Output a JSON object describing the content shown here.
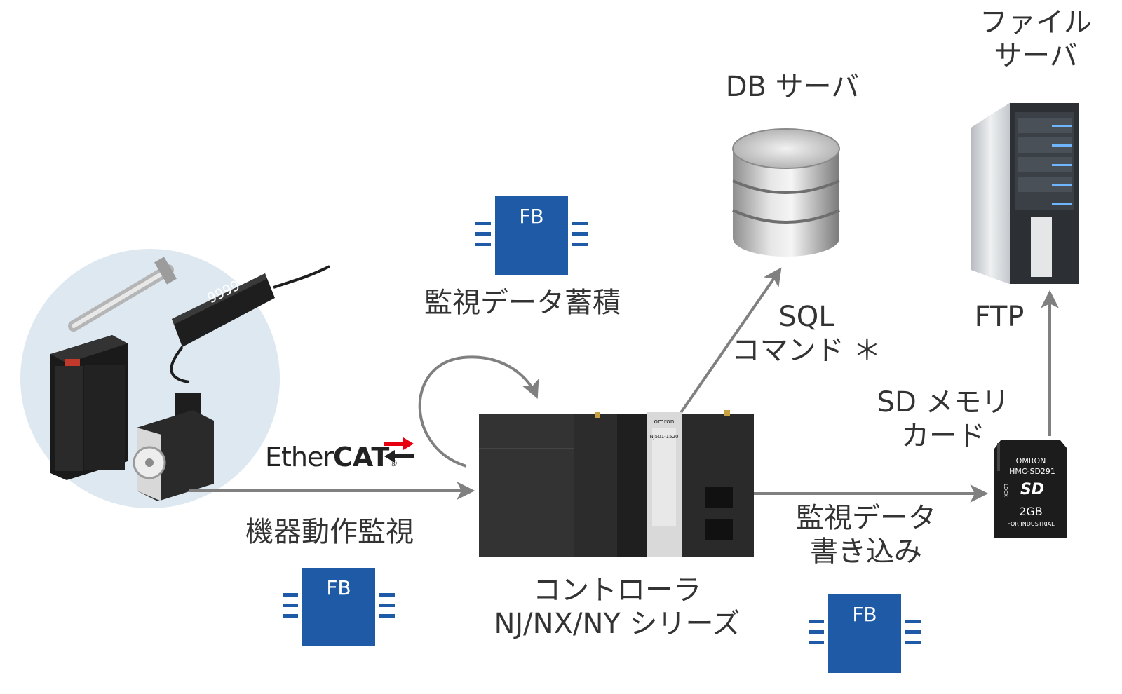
{
  "labels": {
    "file_server": [
      "ファイル",
      "サーバ"
    ],
    "db_server": "DB サーバ",
    "ftp": "FTP",
    "sql": [
      "SQL",
      "コマンド ＊"
    ],
    "sd_card": [
      "SD メモリ",
      "カード"
    ],
    "monitor_accumulate": "監視データ蓄積",
    "device_monitor": "機器動作監視",
    "controller": [
      "コントローラ",
      "NJ/NX/NY シリーズ"
    ],
    "monitor_write": [
      "監視データ",
      "書き込み"
    ]
  },
  "fb_blocks": [
    {
      "label": "FB"
    },
    {
      "label": "FB"
    },
    {
      "label": "FB"
    }
  ],
  "ethercat": {
    "part1": "Ether",
    "part2": "CAT",
    "mark": "®"
  },
  "devices": {
    "controller_brand": "omron",
    "controller_model": "NJ501-1520",
    "sensor_display": "9999",
    "sd_brand": "OMRON",
    "sd_model": "HMC-SD291",
    "sd_logo": "SD",
    "sd_capacity": "2GB",
    "sd_note": "FOR INDUSTRIAL",
    "sd_lock": "LOCK"
  },
  "colors": {
    "fb_blue": "#1f5aa6",
    "arrow_gray": "#808080",
    "text": "#333333",
    "device_bg": "#dde8f1",
    "ethercat_red": "#e60012"
  }
}
